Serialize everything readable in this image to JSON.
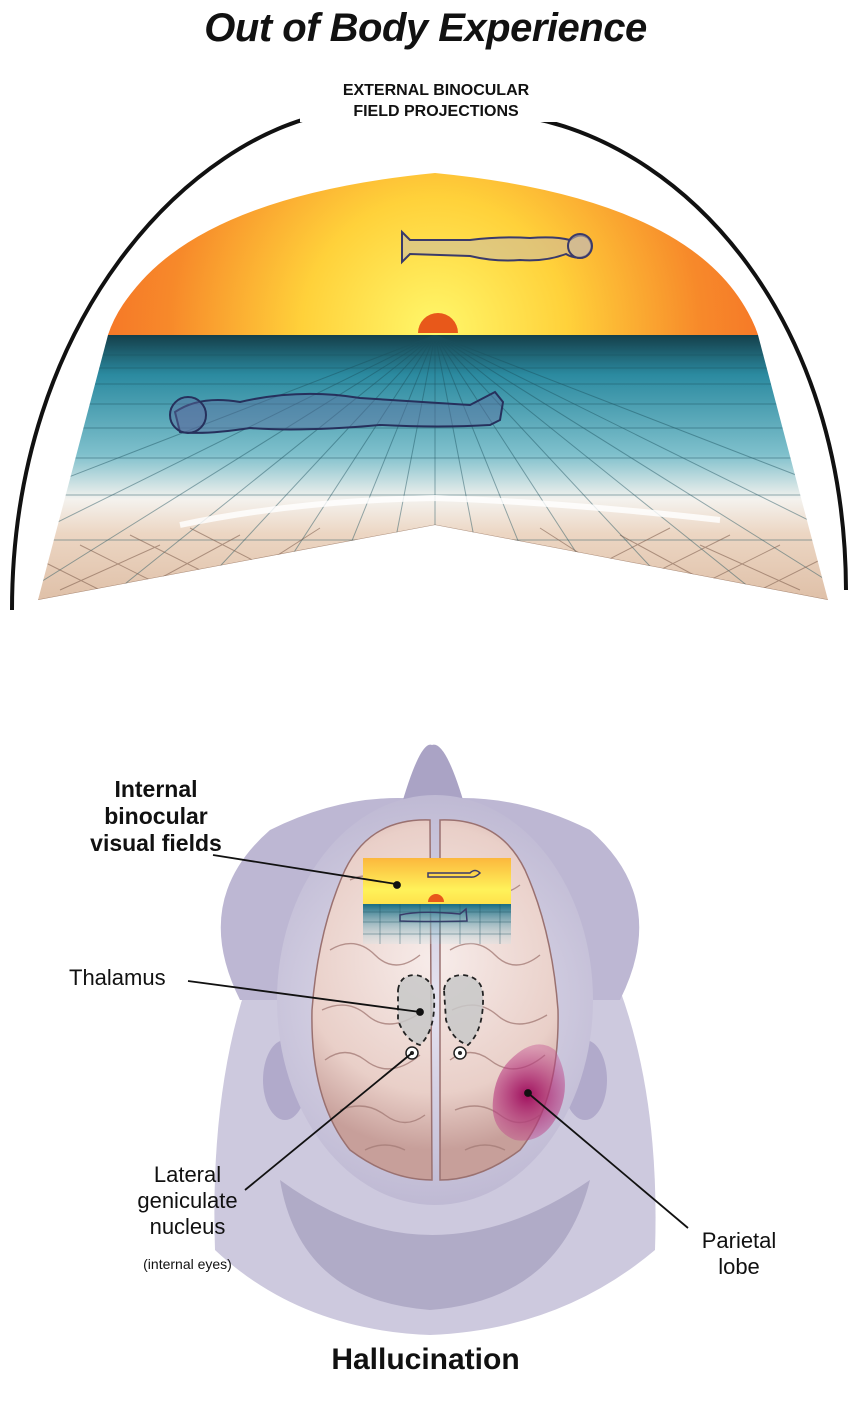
{
  "title": "Out of Body Experience",
  "projection_label": {
    "line1": "EXTERNAL BINOCULAR",
    "line2": "FIELD PROJECTIONS"
  },
  "labels": {
    "internal_fields": [
      "Internal",
      "binocular",
      "visual fields"
    ],
    "thalamus": "Thalamus",
    "lgn": [
      "Lateral",
      "geniculate",
      "nucleus"
    ],
    "lgn_note": "(internal eyes)",
    "parietal": [
      "Parietal",
      "lobe"
    ]
  },
  "caption": "Hallucination",
  "colors": {
    "sky_top": "#f08a2a",
    "sky_glow": "#fff36a",
    "sun": "#e85a1a",
    "water": "#2f8aa3",
    "sand": "#e9d2bd",
    "brain": "#eed9d4",
    "head": "#b9b3d0",
    "parietal": "#b0226e",
    "thalamus": "#c9c9c9"
  }
}
